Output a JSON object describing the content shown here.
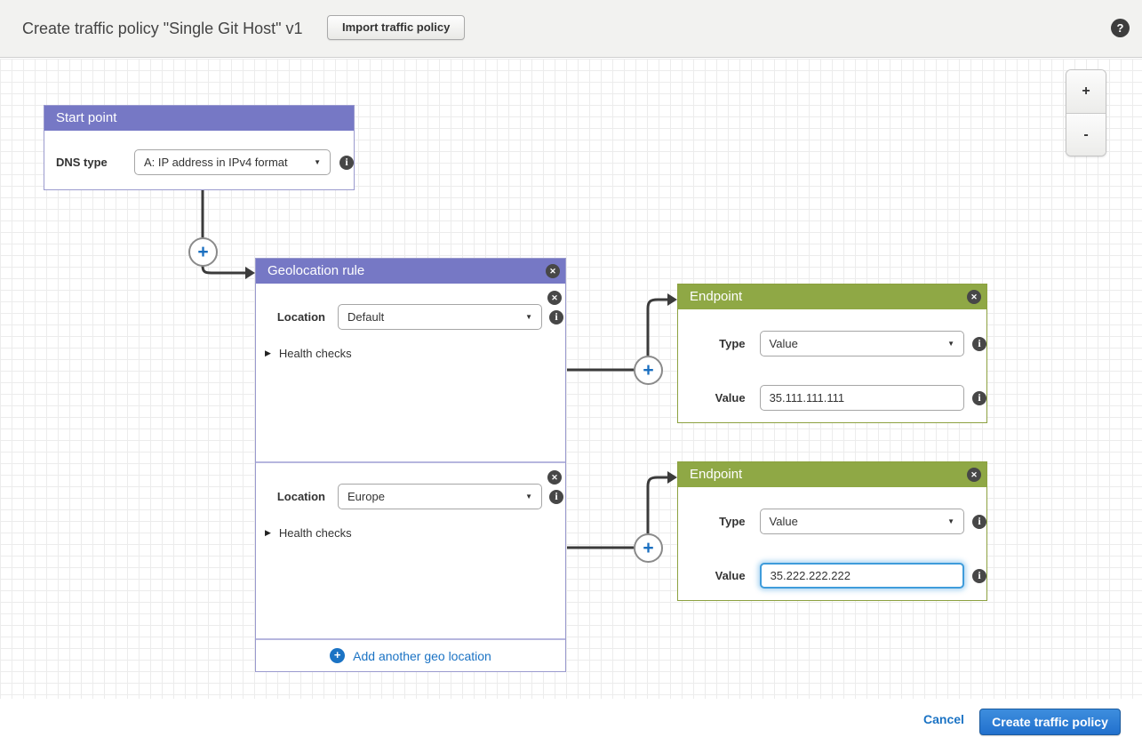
{
  "header": {
    "title": "Create traffic policy \"Single Git Host\" v1",
    "import_button": "Import traffic policy"
  },
  "zoom_controls": {
    "zoom_in": "+",
    "zoom_out": "-"
  },
  "symbols": {
    "close": "✕",
    "info": "i",
    "help": "?",
    "caret": "▼",
    "triangle": "▶",
    "plus": "+",
    "add_plus": "+"
  },
  "start_point": {
    "title": "Start point",
    "dns_type_label": "DNS type",
    "dns_type_value": "A: IP address in IPv4 format"
  },
  "geolocation_rule": {
    "title": "Geolocation rule",
    "sections": [
      {
        "location_label": "Location",
        "location_value": "Default",
        "health_checks_label": "Health checks"
      },
      {
        "location_label": "Location",
        "location_value": "Europe",
        "health_checks_label": "Health checks"
      }
    ],
    "add_link": "Add another geo location"
  },
  "endpoints": [
    {
      "title": "Endpoint",
      "type_label": "Type",
      "type_value": "Value",
      "value_label": "Value",
      "value": "35.111.111.111",
      "focused": false
    },
    {
      "title": "Endpoint",
      "type_label": "Type",
      "type_value": "Value",
      "value_label": "Value",
      "value": "35.222.222.222",
      "focused": true
    }
  ],
  "footer": {
    "cancel": "Cancel",
    "create": "Create traffic policy"
  },
  "colors": {
    "purple_header": "#7678c5",
    "purple_border": "#9a9ace",
    "green_header": "#8fa845",
    "link_blue": "#1b73c4",
    "primary_button_blue": "#2270cd",
    "connector": "#3b3b3b",
    "grid_line": "#ececec",
    "topbar_bg": "#f2f2f0",
    "focus_ring": "#3f9cdb"
  }
}
